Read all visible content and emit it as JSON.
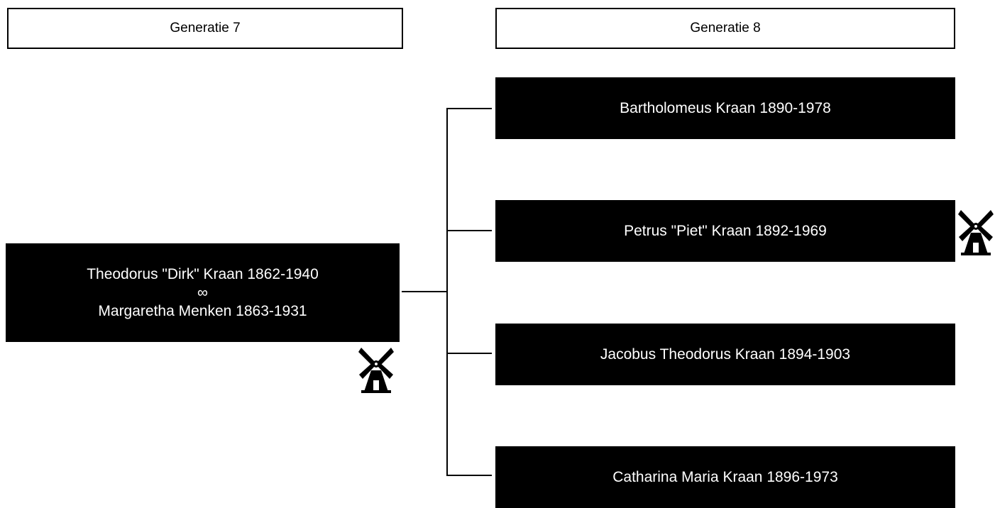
{
  "headers": {
    "gen7": "Generatie 7",
    "gen8": "Generatie 8"
  },
  "parent": {
    "name": "Theodorus \"Dirk\" Kraan 1862-1940",
    "marriage_symbol": "∞",
    "spouse": "Margaretha Menken 1863-1931"
  },
  "children": [
    {
      "name": "Bartholomeus Kraan 1890-1978"
    },
    {
      "name": "Petrus \"Piet\" Kraan 1892-1969"
    },
    {
      "name": "Jacobus Theodorus Kraan 1894-1903"
    },
    {
      "name": "Catharina Maria Kraan 1896-1973"
    }
  ],
  "icons": {
    "parent_marker": "windmill-icon",
    "child_marker": "windmill-icon"
  },
  "colors": {
    "box_fill": "#000000",
    "box_text": "#ffffff",
    "header_border": "#000000"
  }
}
